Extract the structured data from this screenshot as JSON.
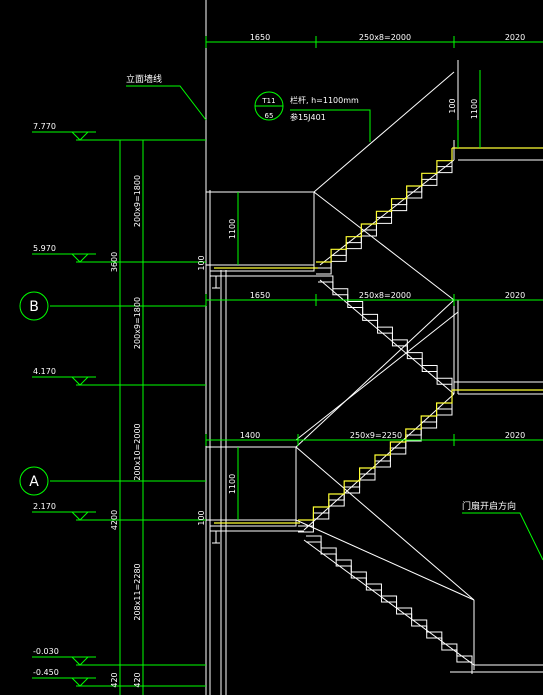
{
  "colors": {
    "background": "#000000",
    "linework": "#ffffff",
    "dimension": "#00ff00",
    "text": "#ffffff",
    "handrail": "#ffff33",
    "dim_text": "#ffff33"
  },
  "labels": {
    "wall_line": "立面墙线",
    "door_direction": "门扇开启方向",
    "railing_note_1": "栏杆, h=1100mm",
    "railing_note_2": "参15J401"
  },
  "detail_callout": {
    "top": "T11",
    "bottom": "65"
  },
  "grid_axes": [
    {
      "id": "axis-B",
      "label": "B"
    },
    {
      "id": "axis-A",
      "label": "A"
    }
  ],
  "elevations": [
    {
      "id": "elev-7770",
      "label": "7.770"
    },
    {
      "id": "elev-5970",
      "label": "5.970"
    },
    {
      "id": "elev-4170",
      "label": "4.170"
    },
    {
      "id": "elev-2170",
      "label": "2.170"
    },
    {
      "id": "elev-m0030",
      "label": "-0.030"
    },
    {
      "id": "elev-m0450",
      "label": "-0.450"
    }
  ],
  "dims_horizontal": {
    "top": [
      "1650",
      "250x8=2000",
      "2020"
    ],
    "middle": [
      "1650",
      "250x8=2000",
      "2020"
    ],
    "lower": [
      "1400",
      "250x9=2250",
      "2020"
    ]
  },
  "dims_vertical_flights": [
    "200x9=1800",
    "200x9=1800",
    "200x10=2000",
    "208x11=2280"
  ],
  "dims_vertical_totals": [
    "3600",
    "4200"
  ],
  "dims_vertical_small": [
    "1100",
    "100",
    "1100",
    "100",
    "1100",
    "100",
    "420",
    "420"
  ]
}
